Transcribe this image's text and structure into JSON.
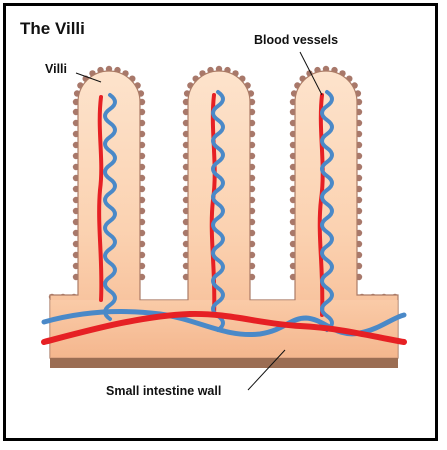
{
  "title": "The Villi",
  "labels": {
    "villi": "Villi",
    "blood_vessels": "Blood vessels",
    "intestine_wall": "Small intestine wall"
  },
  "colors": {
    "border": "#000000",
    "tissue_light": "#fde3cc",
    "tissue_dark": "#f6b991",
    "villus_outline": "#ab7b66",
    "bumps": "#a8786a",
    "base_layer": "#9b6d53",
    "artery": "#e62024",
    "vein": "#4a89c8"
  }
}
